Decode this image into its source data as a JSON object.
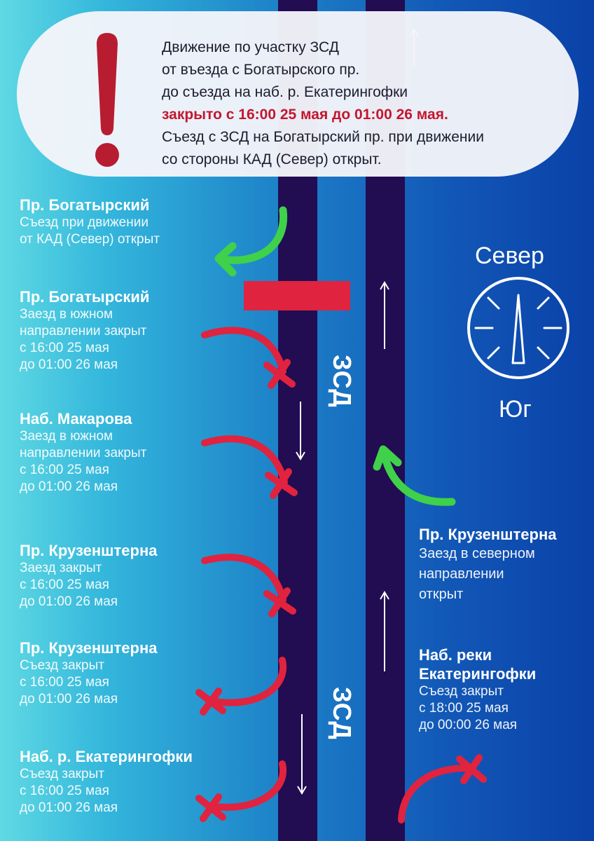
{
  "notice": {
    "lines": [
      "Движение по участку ЗСД",
      "от въезда с Богатырского пр.",
      "до съезда на наб. р. Екатерингофки"
    ],
    "highlight": "закрыто с 16:00 25 мая до 01:00 26 мая.",
    "extra": [
      "Съезд с ЗСД на Богатырский пр. при движении",
      "со стороны КАД (Север) открыт."
    ]
  },
  "road": {
    "label_upper": "ЗСД",
    "label_lower": "ЗСД"
  },
  "compass": {
    "north": "Север",
    "south": "Юг"
  },
  "left_points": [
    {
      "title": "Пр. Богатырский",
      "lines": [
        "Съезд при движении",
        "от КАД (Север) открыт"
      ],
      "status": "open"
    },
    {
      "title": "Пр. Богатырский",
      "lines": [
        "Заезд в южном",
        "направлении закрыт",
        "с 16:00 25 мая",
        "до 01:00 26 мая"
      ],
      "status": "closed"
    },
    {
      "title": "Наб. Макарова",
      "lines": [
        "Заезд в южном",
        "направлении закрыт",
        "с 16:00 25 мая",
        "до 01:00 26 мая"
      ],
      "status": "closed"
    },
    {
      "title": "Пр. Крузенштерна",
      "lines": [
        "Заезд закрыт",
        "с 16:00 25 мая",
        "до 01:00 26 мая"
      ],
      "status": "closed"
    },
    {
      "title": "Пр. Крузенштерна",
      "lines": [
        "Съезд закрыт",
        "с 16:00 25 мая",
        "до 01:00 26 мая"
      ],
      "status": "closed"
    },
    {
      "title": "Наб. р. Екатерингофки",
      "lines": [
        "Съезд закрыт",
        "с 16:00 25 мая",
        "до 01:00 26 мая"
      ],
      "status": "closed"
    }
  ],
  "right_points": [
    {
      "title": "Пр. Крузенштерна",
      "lines": [
        "Заезд в северном",
        "направлении",
        "открыт"
      ],
      "status": "open"
    },
    {
      "title_lines": [
        "Наб. реки",
        "Екатерингофки"
      ],
      "lines": [
        "Съезд закрыт",
        "с 18:00 25 мая",
        "до 00:00 26 мая"
      ],
      "status": "closed"
    }
  ],
  "colors": {
    "open": "#3fd14a",
    "closed": "#e0233f",
    "road": "#220c52",
    "alert": "#b81c30"
  }
}
